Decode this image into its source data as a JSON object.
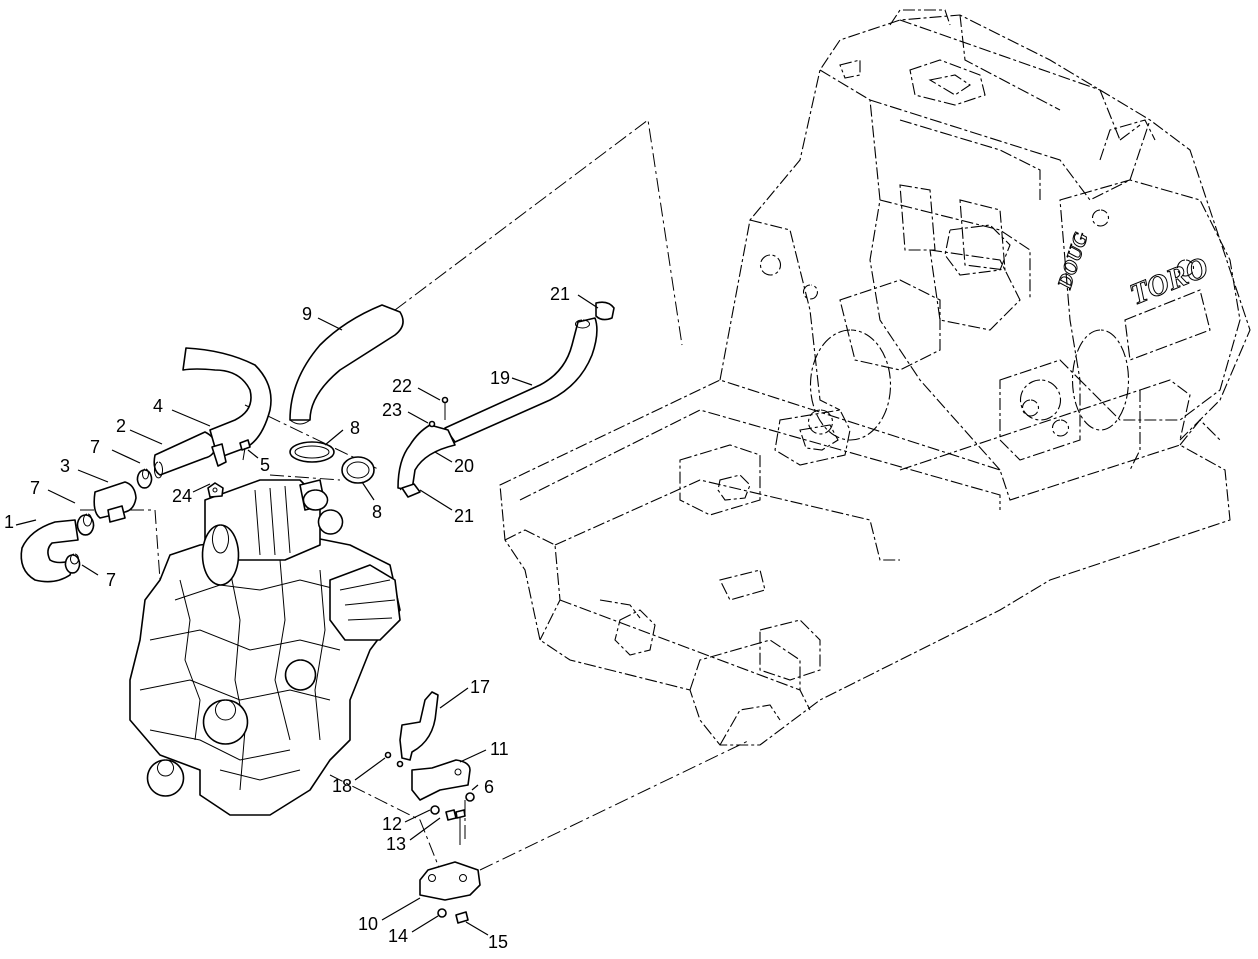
{
  "callouts": [
    {
      "id": "c1",
      "label": "1"
    },
    {
      "id": "c2",
      "label": "2"
    },
    {
      "id": "c3",
      "label": "3"
    },
    {
      "id": "c4",
      "label": "4"
    },
    {
      "id": "c5",
      "label": "5"
    },
    {
      "id": "c6",
      "label": "6"
    },
    {
      "id": "c7a",
      "label": "7"
    },
    {
      "id": "c7b",
      "label": "7"
    },
    {
      "id": "c7c",
      "label": "7"
    },
    {
      "id": "c8a",
      "label": "8"
    },
    {
      "id": "c8b",
      "label": "8"
    },
    {
      "id": "c9",
      "label": "9"
    },
    {
      "id": "c10",
      "label": "10"
    },
    {
      "id": "c11",
      "label": "11"
    },
    {
      "id": "c12",
      "label": "12"
    },
    {
      "id": "c13",
      "label": "13"
    },
    {
      "id": "c14",
      "label": "14"
    },
    {
      "id": "c15",
      "label": "15"
    },
    {
      "id": "c17",
      "label": "17"
    },
    {
      "id": "c18",
      "label": "18"
    },
    {
      "id": "c19",
      "label": "19"
    },
    {
      "id": "c20",
      "label": "20"
    },
    {
      "id": "c21a",
      "label": "21"
    },
    {
      "id": "c21b",
      "label": "21"
    },
    {
      "id": "c22",
      "label": "22"
    },
    {
      "id": "c23",
      "label": "23"
    },
    {
      "id": "c24",
      "label": "24"
    }
  ],
  "frame_logo": "TORO",
  "frame_model": "DOUG"
}
